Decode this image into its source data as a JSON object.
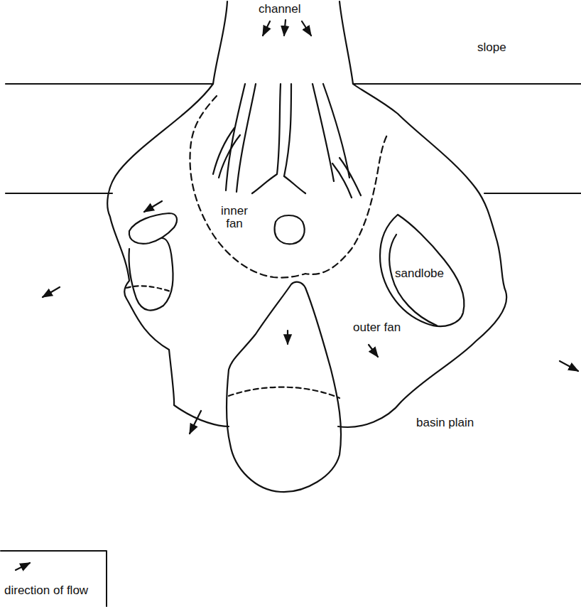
{
  "diagram": {
    "labels": [
      "channel",
      "slope",
      "inner fan",
      "sandlobe",
      "outer fan",
      "basin plain"
    ],
    "legend": [
      {
        "text": "direction of flow"
      }
    ]
  }
}
